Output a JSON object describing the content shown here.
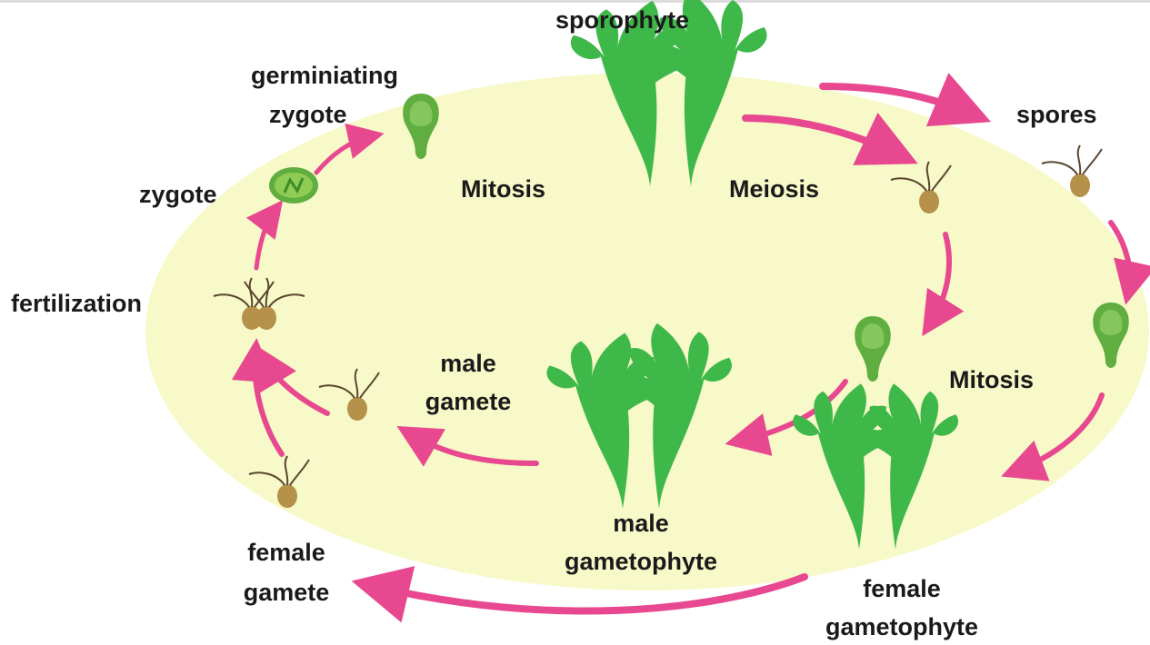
{
  "labels": {
    "sporophyte": "sporophyte",
    "spores": "spores",
    "germinating_line1": "germiniating",
    "germinating_line2": "zygote",
    "zygote": "zygote",
    "mitosis_top": "Mitosis",
    "meiosis": "Meiosis",
    "mitosis_right": "Mitosis",
    "fertilization": "fertilization",
    "male_gamete_line1": "male",
    "male_gamete_line2": "gamete",
    "male_gametophyte_line1": "male",
    "male_gametophyte_line2": "gametophyte",
    "female_gamete_line1": "female",
    "female_gamete_line2": "gamete",
    "female_gametophyte_line1": "female",
    "female_gametophyte_line2": "gametophyte"
  },
  "colors": {
    "background_oval": "#f7f9c8",
    "arrow": "#e8488f",
    "seaweed": "#3fb84a",
    "spore_body": "#b5914a",
    "cell": "#5fae3f"
  }
}
